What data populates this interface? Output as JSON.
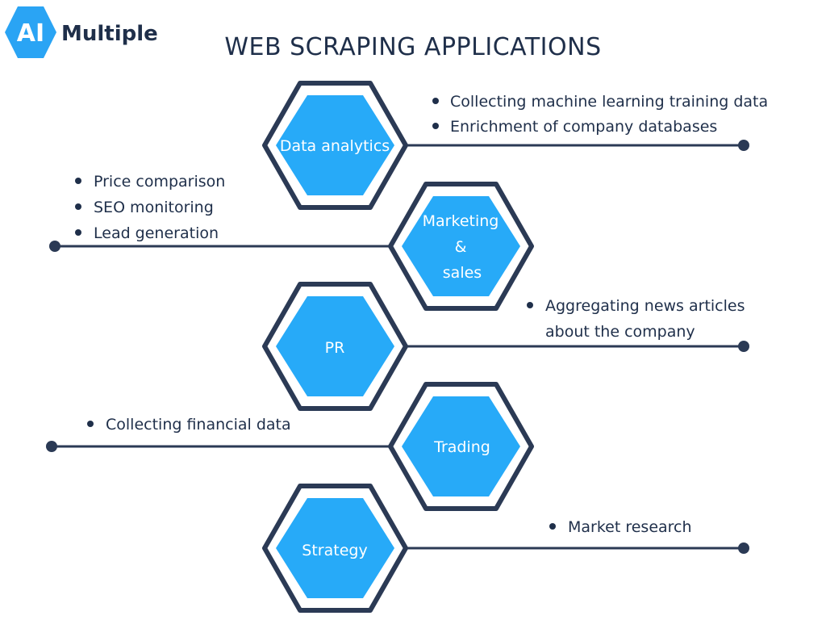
{
  "logo": {
    "mark": "AI",
    "word": "Multiple",
    "mark_color": "#2aa4f4",
    "word_color": "#1f2f4a"
  },
  "title": "WEB SCRAPING APPLICATIONS",
  "colors": {
    "hex_fill": "#27aaf8",
    "hex_outline": "#2b3a55",
    "line": "#2b3a55",
    "text": "#1f2f4a"
  },
  "nodes": [
    {
      "id": "data-analytics",
      "label_lines": [
        "Data analytics"
      ],
      "side": "right",
      "bullets": [
        "Collecting machine learning training data",
        "Enrichment of company databases"
      ]
    },
    {
      "id": "marketing-sales",
      "label_lines": [
        "Marketing",
        "&",
        "sales"
      ],
      "side": "left",
      "bullets": [
        "Price comparison",
        "SEO monitoring",
        "Lead generation"
      ]
    },
    {
      "id": "pr",
      "label_lines": [
        "PR"
      ],
      "side": "right",
      "bullets": [
        "Aggregating news articles\nabout the company"
      ]
    },
    {
      "id": "trading",
      "label_lines": [
        "Trading"
      ],
      "side": "left",
      "bullets": [
        "Collecting financial data"
      ]
    },
    {
      "id": "strategy",
      "label_lines": [
        "Strategy"
      ],
      "side": "right",
      "bullets": [
        "Market research"
      ]
    }
  ]
}
